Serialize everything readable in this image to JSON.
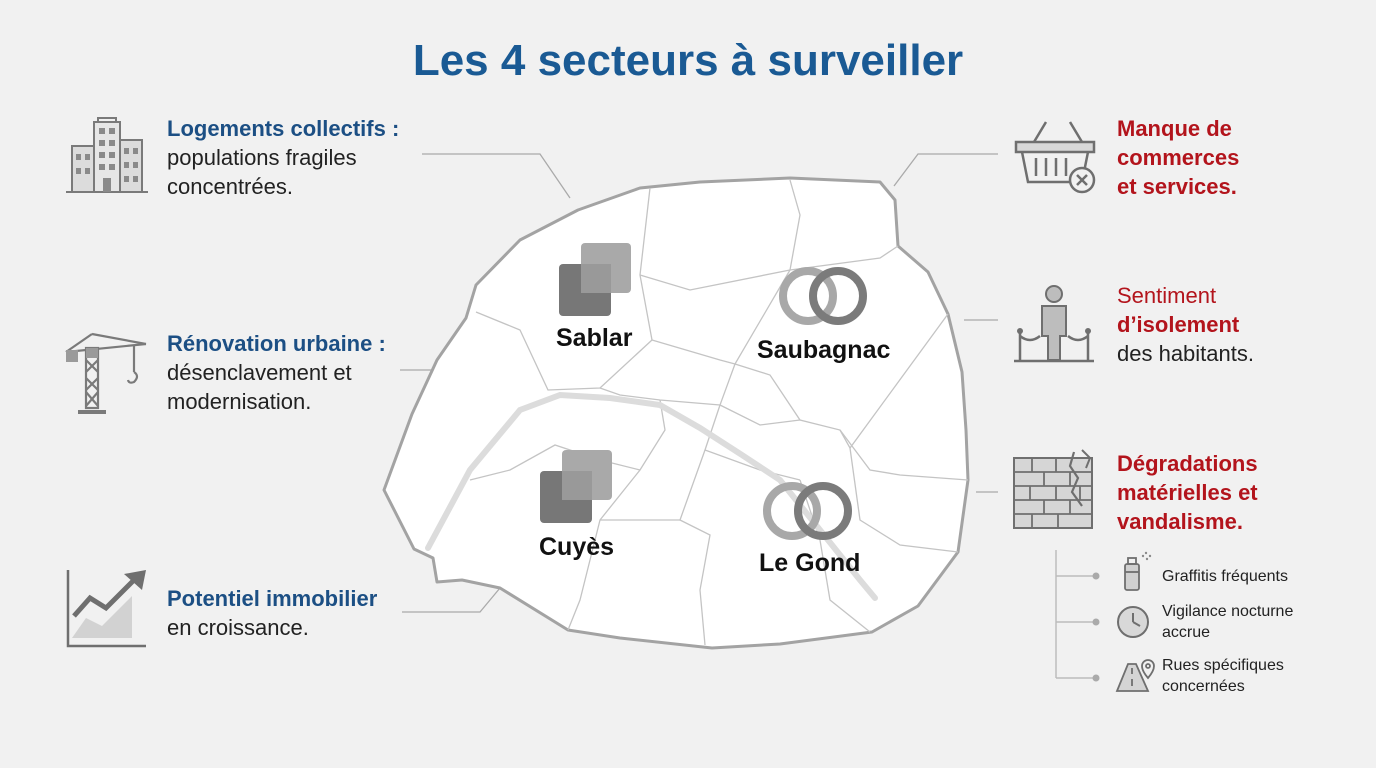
{
  "title": "Les 4 secteurs à surveiller",
  "left": {
    "logements": {
      "head": "Logements collectifs :",
      "l1": "populations fragiles",
      "l2": "concentrées."
    },
    "renovation": {
      "head": "Rénovation urbaine :",
      "l1": "désenclavement et",
      "l2": "modernisation."
    },
    "potentiel": {
      "head": "Potentiel immobilier",
      "l1": "en croissance."
    }
  },
  "right": {
    "commerces": {
      "l1": "Manque de",
      "l2": "commerces",
      "l3": "et services."
    },
    "isolement": {
      "l1": "Sentiment",
      "l2": "d’isolement",
      "l3": "des habitants."
    },
    "degradations": {
      "l1": "Dégradations",
      "l2": "matérielles et",
      "l3": "vandalisme."
    },
    "details": {
      "graffitis": "Graffitis fréquents",
      "vigilance_1": "Vigilance nocturne",
      "vigilance_2": "accrue",
      "rues_1": "Rues spécifiques",
      "rues_2": "concernées"
    }
  },
  "sectors": {
    "sablar": "Sablar",
    "saubagnac": "Saubagnac",
    "cuyes": "Cuyès",
    "legond": "Le Gond"
  },
  "colors": {
    "title": "#1a5a94",
    "blue_heading": "#1c4f84",
    "red_heading": "#b3141c",
    "icon_gray": "#777777"
  }
}
